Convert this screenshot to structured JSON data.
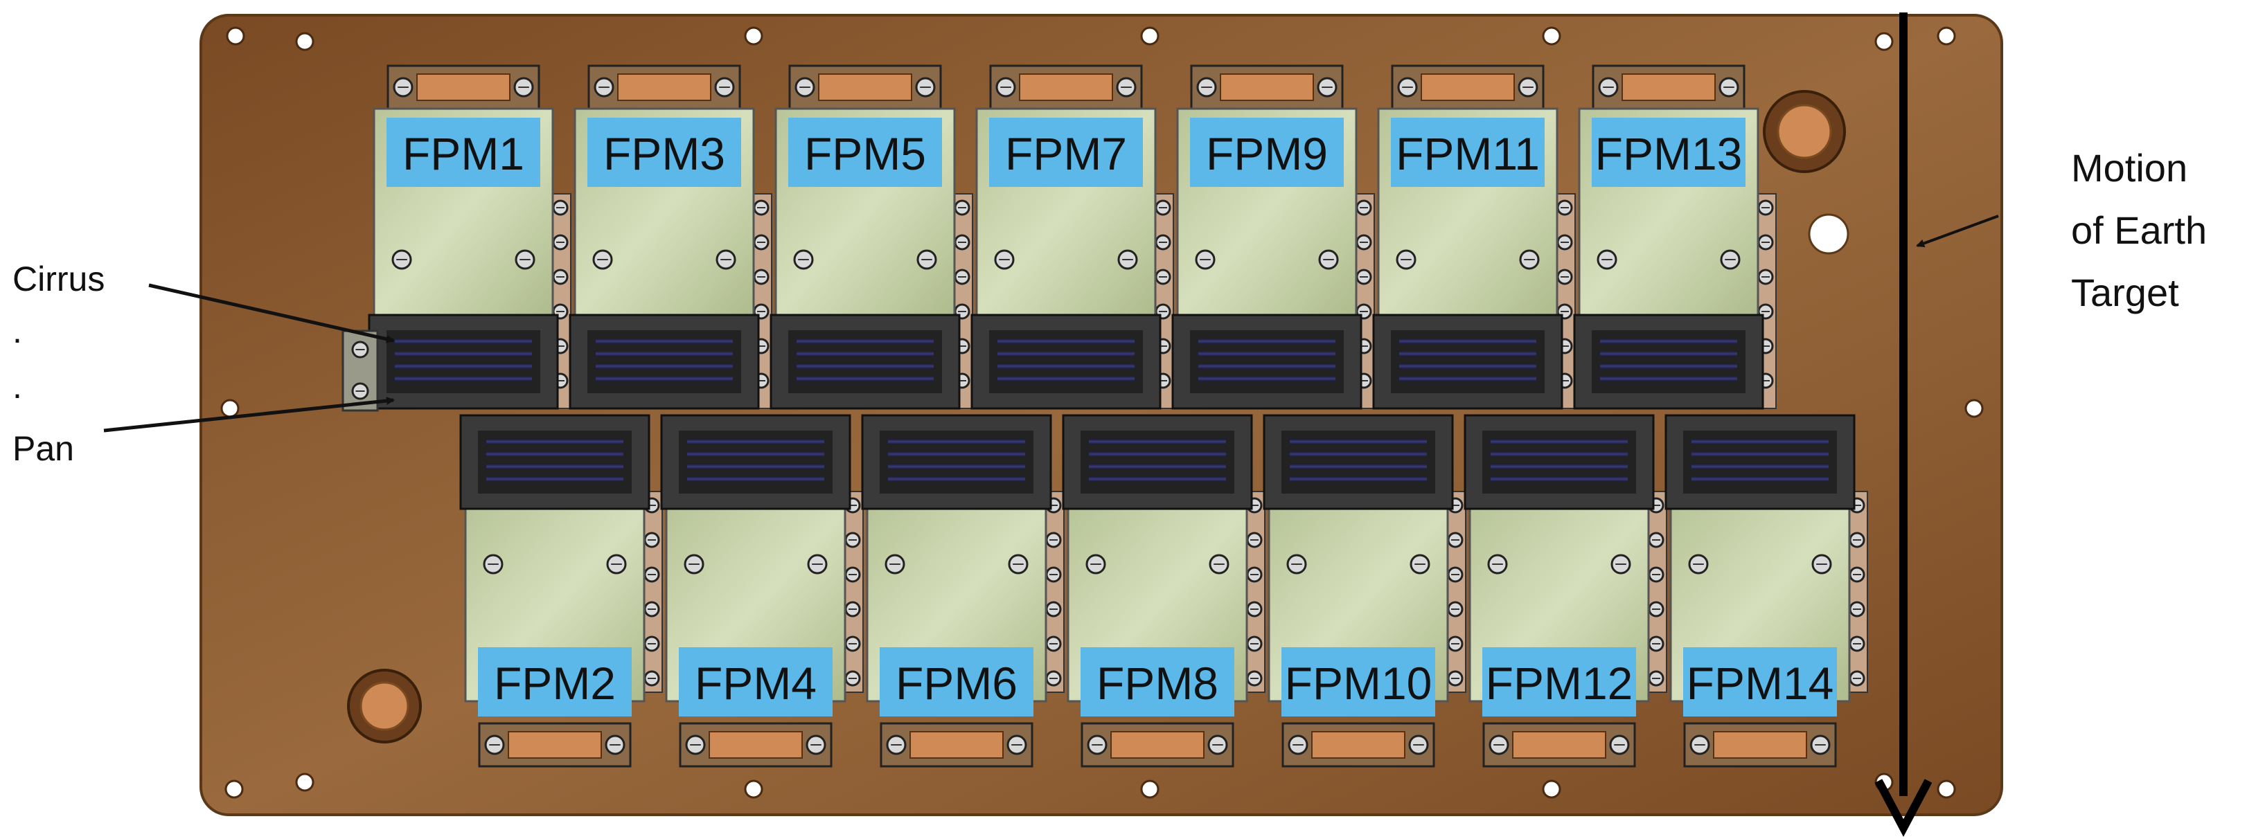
{
  "modules_top": [
    "FPM1",
    "FPM3",
    "FPM5",
    "FPM7",
    "FPM9",
    "FPM11",
    "FPM13"
  ],
  "modules_bottom": [
    "FPM2",
    "FPM4",
    "FPM6",
    "FPM8",
    "FPM10",
    "FPM12",
    "FPM14"
  ],
  "side_labels": {
    "cirrus": "Cirrus",
    "dot1": ".",
    "dot2": ".",
    "pan": "Pan"
  },
  "motion_label": [
    "Motion",
    "of Earth",
    "Target"
  ],
  "colors": {
    "plate": "#8a5a30",
    "module_body": "#c9d4a8",
    "module_label_bg": "#5bb8e8",
    "detector_housing": "#3a3a3a",
    "pad_copper": "#d08a55"
  }
}
